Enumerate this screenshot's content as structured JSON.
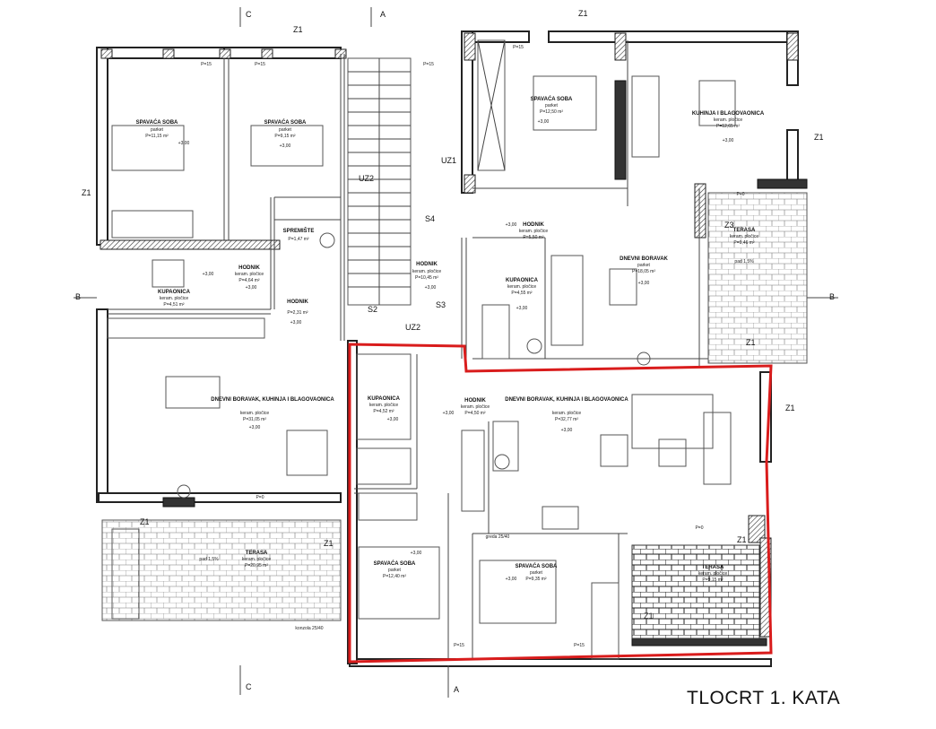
{
  "title": "TLOCRT 1. KATA",
  "section_marks": {
    "c": "C",
    "a": "A",
    "b": "B"
  },
  "markers": {
    "z1": "Z1",
    "z3": "Z3",
    "uz1": "UZ1",
    "uz2": "UZ2",
    "s2": "S2",
    "s3": "S3",
    "s4": "S4"
  },
  "rooms": {
    "bedroom_1": {
      "name": "SPAVAĆA SOBA",
      "floor": "parket",
      "area": "P=11,15 m²",
      "level": "+3,00"
    },
    "bedroom_2": {
      "name": "SPAVAĆA SOBA",
      "floor": "parket",
      "area": "P=9,15 m²",
      "level": "+3,00"
    },
    "storage": {
      "name": "SPREMIŠTE",
      "area": "P=1,47 m²"
    },
    "hall_1": {
      "name": "HODNIK",
      "floor": "keram. pločice",
      "area": "P=4,64 m²",
      "level": "+3,00"
    },
    "hall_2": {
      "name": "HODNIK",
      "area": "P=2,31 m²",
      "level": "+3,00"
    },
    "bath_1": {
      "name": "KUPAONICA",
      "floor": "keram. pločice",
      "area": "P=4,51 m²",
      "level": "+3,00"
    },
    "stair_hall": {
      "name": "HODNIK",
      "floor": "keram. pločice",
      "area": "P=10,45 m²",
      "level": "+3,00"
    },
    "living_1": {
      "name": "DNEVNI BORAVAK, KUHINJA I BLAGOVAONICA",
      "floor": "keram. pločice",
      "area": "P=31,05 m²",
      "level": "+3,00"
    },
    "terrace_1": {
      "name": "TERASA",
      "floor": "keram. pločice",
      "area": "P=20,95 m²",
      "slope": "pad 1,5%"
    },
    "bedroom_3": {
      "name": "SPAVAĆA SOBA",
      "floor": "parket",
      "area": "P=12,50 m²",
      "level": "+3,00"
    },
    "kitchen_2": {
      "name": "KUHINJA I BLAGOVAONICA",
      "floor": "keram. pločice",
      "area": "P=12,65 m²",
      "level": "+3,00"
    },
    "hall_3": {
      "name": "HODNIK",
      "floor": "keram. pločice",
      "area": "P=5,50 m²",
      "level": "+3,00"
    },
    "living_2": {
      "name": "DNEVNI BORAVAK",
      "floor": "parket",
      "area": "P=18,05 m²",
      "level": "+3,00"
    },
    "bath_2": {
      "name": "KUPAONICA",
      "floor": "keram. pločice",
      "area": "P=4,55 m²",
      "level": "+3,00"
    },
    "terrace_2": {
      "name": "TERASA",
      "floor": "keram. pločice",
      "area": "P=9,46 m²",
      "slope": "pad 1,5%"
    },
    "bath_3": {
      "name": "KUPAONICA",
      "floor": "keram. pločice",
      "area": "P=4,52 m²",
      "level": "+3,00"
    },
    "hall_4": {
      "name": "HODNIK",
      "floor": "keram. pločice",
      "area": "P=4,50 m²",
      "level": "+3,00"
    },
    "living_3": {
      "name": "DNEVNI BORAVAK, KUHINJA I BLAGOVAONICA",
      "floor": "keram. pločice",
      "area": "P=32,77 m²",
      "level": "+3,00"
    },
    "bedroom_4": {
      "name": "SPAVAĆA SOBA",
      "floor": "parket",
      "area": "P=12,40 m²",
      "level": "+3,00"
    },
    "bedroom_5": {
      "name": "SPAVAĆA SOBA",
      "floor": "parket",
      "area": "P=9,35 m²",
      "level": "+3,00"
    },
    "terrace_3": {
      "name": "TERASA",
      "floor": "keram. pločice",
      "area": "P=9,15 m²"
    }
  },
  "notes": {
    "parapet_p0": "P=0",
    "parapet_p15": "P=15",
    "konzola": "konzola 25/40",
    "greda": "greda 25/40",
    "level_plus3": "+3,00"
  },
  "colors": {
    "highlight": "#d91c1c",
    "wall": "#222222"
  }
}
